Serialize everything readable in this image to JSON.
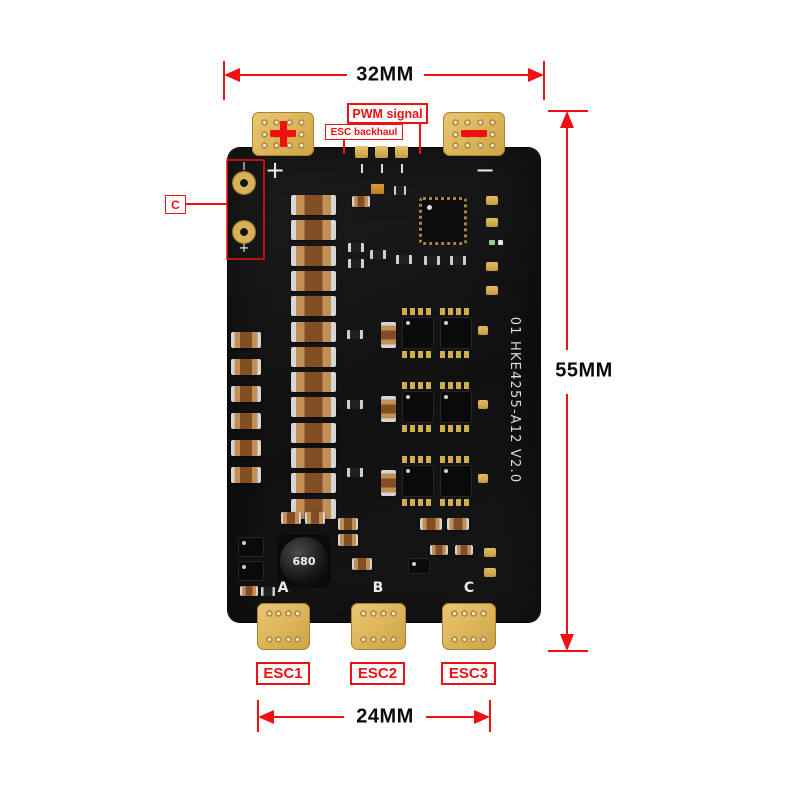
{
  "dimensions": {
    "top_width": "32MM",
    "right_height": "55MM",
    "bottom_width": "24MM"
  },
  "callouts": {
    "pwm": "PWM signal",
    "esc_backhaul": "ESC backhaul",
    "external_capacitor": "C",
    "esc_ports": [
      "ESC1",
      "ESC2",
      "ESC3"
    ]
  },
  "board": {
    "silkscreen_plus": "+",
    "silkscreen_minus": "−",
    "cap_pad_top_label": "I",
    "cap_pad_bottom_label": "+",
    "phase_labels": [
      "A",
      "B",
      "C"
    ],
    "model_text": "01 HKE4255-A12 V2.0",
    "inductor_value": "680"
  },
  "colors": {
    "annotation_red": "#ee1111",
    "pcb_black": "#141414",
    "pad_gold": "#d7ad52",
    "background": "#ffffff"
  }
}
